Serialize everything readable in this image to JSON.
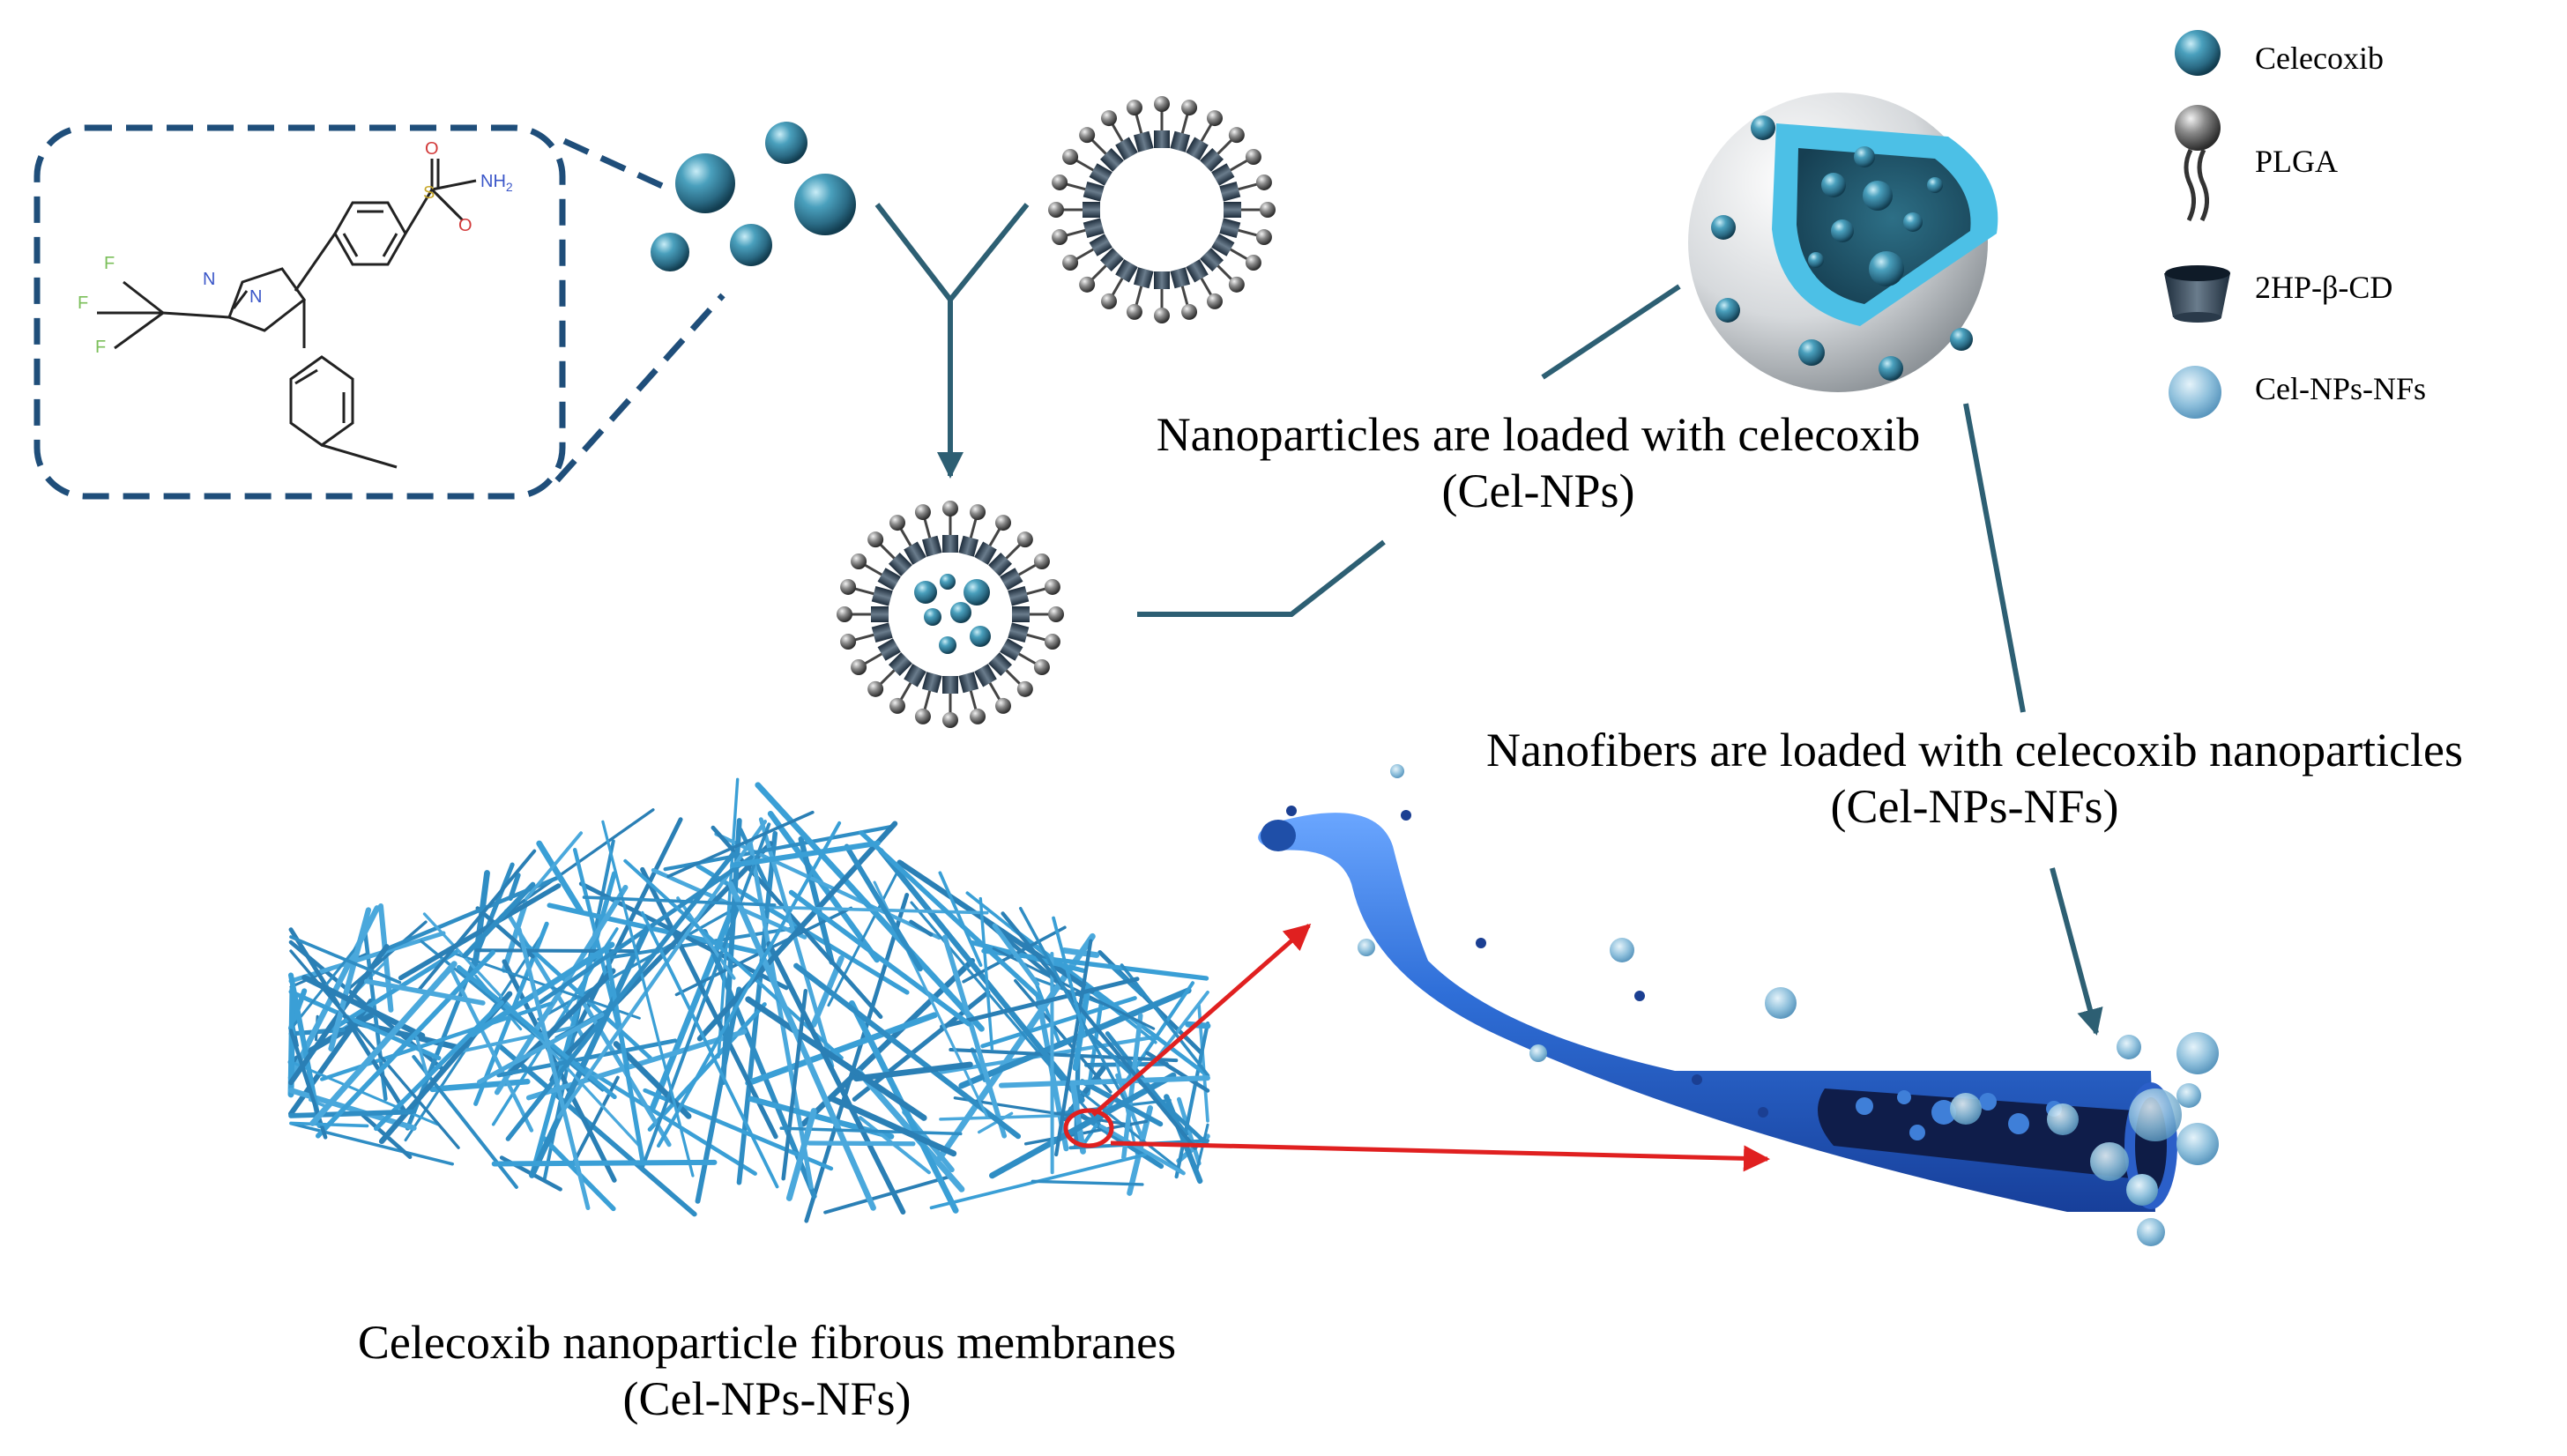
{
  "legend": {
    "celecoxib": "Celecoxib",
    "plga": "PLGA",
    "hp_cd": "2HP-β-CD",
    "cel_nps_nfs": "Cel-NPs-NFs"
  },
  "labels": {
    "nanoparticles_line1": "Nanoparticles are loaded with celecoxib",
    "nanoparticles_line2": "(Cel-NPs)",
    "nanofibers_line1": "Nanofibers are loaded with celecoxib nanoparticles",
    "nanofibers_line2": "(Cel-NPs-NFs)",
    "membrane_line1": "Celecoxib nanoparticle fibrous membranes",
    "membrane_line2": "(Cel-NPs-NFs)"
  },
  "molecule_atoms": {
    "f": "F",
    "n": "N",
    "o": "O",
    "s": "S",
    "nh2": "NH",
    "nh2_sub": "2"
  },
  "colors": {
    "dark_teal": "#2d5f73",
    "dashed_box": "#1f4e7a",
    "sphere_blue": "#3f8fa8",
    "fiber_blue": "#2f7fc0",
    "tube_blue": "#2f6fd0",
    "arrow_red": "#e02020"
  }
}
